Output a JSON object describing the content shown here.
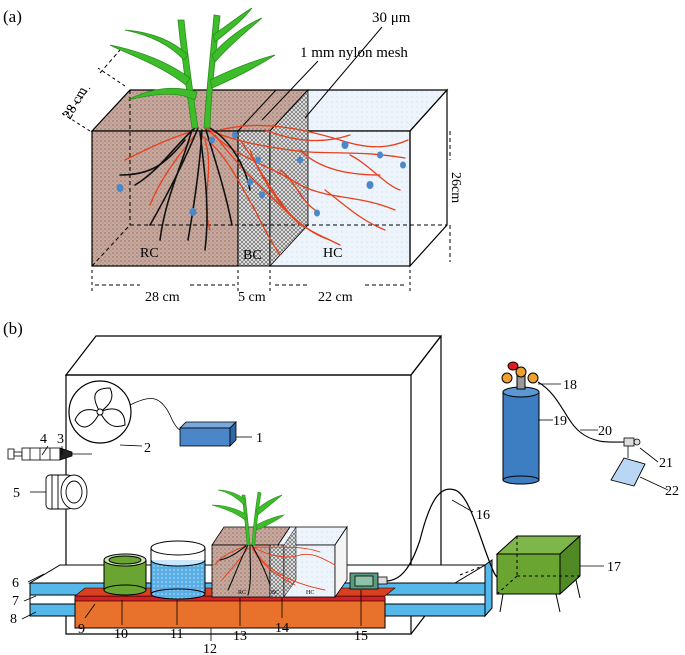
{
  "panel_a": {
    "label": "(a)",
    "mesh_30um": "30 μm",
    "mesh_1mm": "1  mm nylon mesh",
    "dim_depth": "28 cm",
    "dim_height": "26cm",
    "dim_rc": "28 cm",
    "dim_bc": "5 cm",
    "dim_hc": "22 cm",
    "zone_rc": "RC",
    "zone_bc": "BC",
    "zone_hc": "HC"
  },
  "panel_b": {
    "label": "(b)",
    "small_zone_rc": "RC",
    "small_zone_bc": "BC",
    "small_zone_hc": "HC",
    "callouts": [
      "1",
      "2",
      "3",
      "4",
      "5",
      "6",
      "7",
      "8",
      "9",
      "10",
      "11",
      "12",
      "13",
      "14",
      "15",
      "16",
      "17",
      "18",
      "19",
      "20",
      "21",
      "22"
    ]
  },
  "colors": {
    "rc_fill": "#c9aea4",
    "hc_fill": "#e9f1fa",
    "root_red": "#e8401c",
    "root_black": "#111111",
    "leaf_green": "#3dbd2a",
    "spore_blue": "#4a88c8",
    "box_blue": "#4a86c8",
    "water_blue": "#57aee6",
    "orange_plate": "#e8712c",
    "red_strip": "#d42020",
    "pot_green": "#6aa532",
    "gas_red": "#e01c1c",
    "gas_orange": "#f0a030"
  }
}
